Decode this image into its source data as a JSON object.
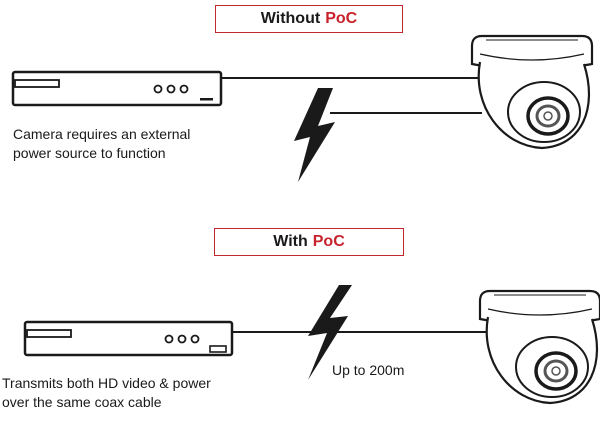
{
  "without_poc": {
    "title_prefix": "Without",
    "title_highlight": "PoC",
    "caption_line1": "Camera requires an external",
    "caption_line2": "power source to function"
  },
  "with_poc": {
    "title_prefix": "With",
    "title_highlight": "PoC",
    "caption_line1": "Transmits both HD video & power",
    "caption_line2": "over the same coax cable",
    "distance_label": "Up to 200m"
  },
  "colors": {
    "accent_red": "#c8232c",
    "line_dark": "#1a1a1a",
    "camera_grey": "#555555"
  },
  "icons": {
    "recorder": "dvr-recorder-icon",
    "camera": "dome-camera-icon",
    "power": "lightning-bolt-icon"
  }
}
